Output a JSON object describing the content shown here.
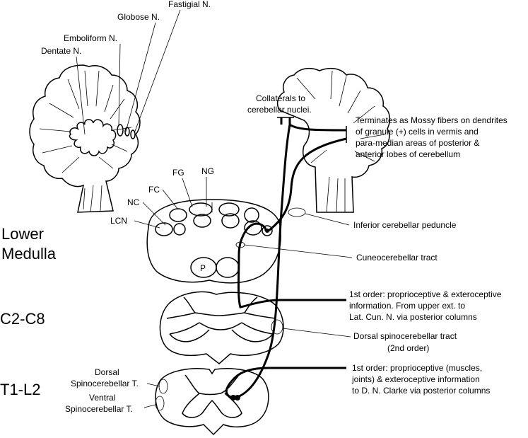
{
  "cerebellum_nuclei": {
    "fastigial": "Fastigial N.",
    "globose": "Globose N.",
    "emboliform": "Emboliform N.",
    "dentate": "Dentate N."
  },
  "right_cerebellum": {
    "collaterals": [
      "Collaterals to",
      "cerebellar nuclei."
    ],
    "terminates": [
      "Terminates as Mossy fibers on dendrites",
      "of granule (+) cells in vermis and",
      "para-median areas of posterior &",
      "anterior lobes of cerebellum"
    ]
  },
  "medulla": {
    "level": [
      "Lower",
      "Medulla"
    ],
    "fg": "FG",
    "ng": "NG",
    "fc": "FC",
    "nc": "NC",
    "lcn": "LCN",
    "p": "P",
    "icp": "Inferior cerebellar peduncle",
    "cct": "Cuneocerebellar tract"
  },
  "cervical": {
    "level": "C2-C8",
    "first_order": [
      "1st order: proprioceptive & exteroceptive",
      "information. From upper ext. to",
      "Lat. Cun. N. via posterior columns"
    ],
    "dsct": [
      "Dorsal spinocerebellar tract",
      "(2nd order)"
    ]
  },
  "thoracolumbar": {
    "level": "T1-L2",
    "dorsal": [
      "Dorsal",
      "Spinocerebellar T."
    ],
    "ventral": [
      "Ventral",
      "Spinocerebellar T."
    ],
    "first_order": [
      "1st order: proprioceptive (muscles,",
      "joints) & exteroceptive information",
      "to D. N. Clarke via posterior columns"
    ]
  }
}
